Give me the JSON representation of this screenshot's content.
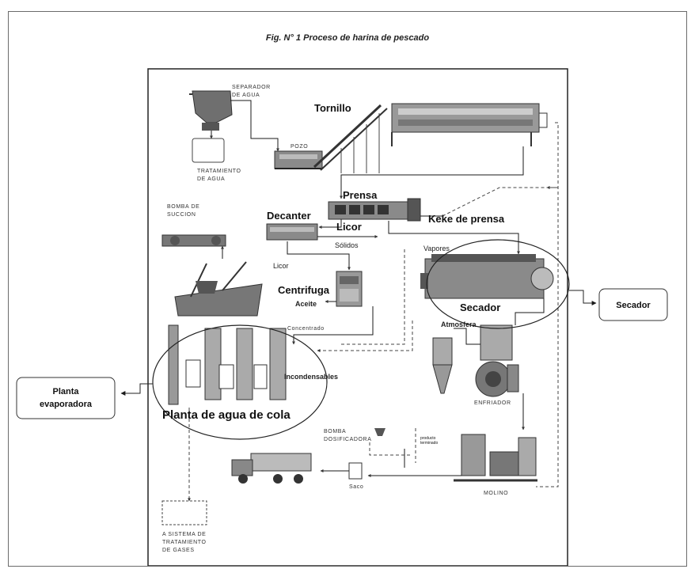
{
  "title": "Fig. N° 1 Proceso de harina de pescado",
  "labels": {
    "separador_1": "SEPARADOR",
    "separador_2": "DE AGUA",
    "tornillo": "Tornillo",
    "pozo": "POZO",
    "tratamiento_1": "TRATAMIENTO",
    "tratamiento_2": "DE AGUA",
    "prensa": "Prensa",
    "bomba_succion_1": "BOMBA DE",
    "bomba_succion_2": "SUCCION",
    "decanter": "Decanter",
    "licor_1": "Licor",
    "keke": "Keke de prensa",
    "solidos": "Sólidos",
    "licor_2": "Licor",
    "vapores": "Vapores",
    "centrifuga": "Centrifuga",
    "aceite": "Aceite",
    "secador": "Secador",
    "atmosfera": "Atmosfera",
    "concentrado": "Concentrado",
    "incondensables": "Incondensables",
    "enfriador": "ENFRIADOR",
    "planta_agua_cola": "Planta de agua de cola",
    "bomba_dosif_1": "BOMBA",
    "bomba_dosif_2": "DOSIFICADORA",
    "producto_1": "producto",
    "producto_2": "terminado",
    "saco": "Saco",
    "molino": "MOLINO",
    "gases_1": "A SISTEMA DE",
    "gases_2": "TRATAMIENTO",
    "gases_3": "DE GASES"
  },
  "callouts": {
    "secador": "Secador",
    "planta_1": "Planta",
    "planta_2": "evaporadora"
  },
  "colors": {
    "line": "#1a1a1a",
    "equipment": "#7a7a7a",
    "equipment_dark": "#4a4a4a",
    "dashed": "#444444"
  }
}
